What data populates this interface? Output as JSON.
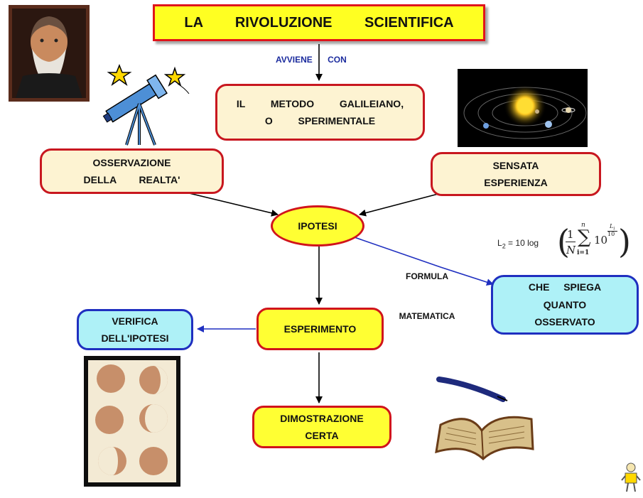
{
  "title": "LA RIVOLUZIONE SCIENTIFICA",
  "edge_avviene": "AVVIENE CON",
  "metodo": [
    "IL  METODO  GALILEIANO,",
    "O  SPERIMENTALE"
  ],
  "osservazione": [
    "OSSERVAZIONE",
    "DELLA  REALTA'"
  ],
  "sensata": [
    "SENSATA",
    "ESPERIENZA"
  ],
  "ipotesi": "IPOTESI",
  "formula_label": [
    "FORMULA",
    "MATEMATICA"
  ],
  "spiega": [
    "CHE  SPIEGA",
    "QUANTO",
    "OSSERVATO"
  ],
  "formula_text": {
    "lhs": "L",
    "lhs_sub": "2",
    "eq": "= 10 log",
    "one": "1",
    "n_big": "N",
    "sum_top": "n",
    "sum_bottom": "i=1",
    "base": "10",
    "exp_num": "L",
    "exp_sub": "i",
    "exp_den": "10"
  },
  "esperimento": "ESPERIMENTO",
  "verifica": [
    "VERIFICA",
    "DELL'IPOTESI"
  ],
  "dimostrazione": [
    "DIMOSTRAZIONE",
    "CERTA"
  ],
  "colors": {
    "node_border_red": "#c8171f",
    "cream_fill": "#fdf3d2",
    "yellow_fill": "#ffff33",
    "cyan_fill": "#aef1f7",
    "blue_arrow": "#1f2fc0",
    "black_arrow": "#000000"
  },
  "pictures": [
    "galileo-portrait",
    "telescope-with-stars",
    "solar-system",
    "moon-phase-drawings",
    "open-book-with-quill",
    "small-robot-mascot"
  ]
}
